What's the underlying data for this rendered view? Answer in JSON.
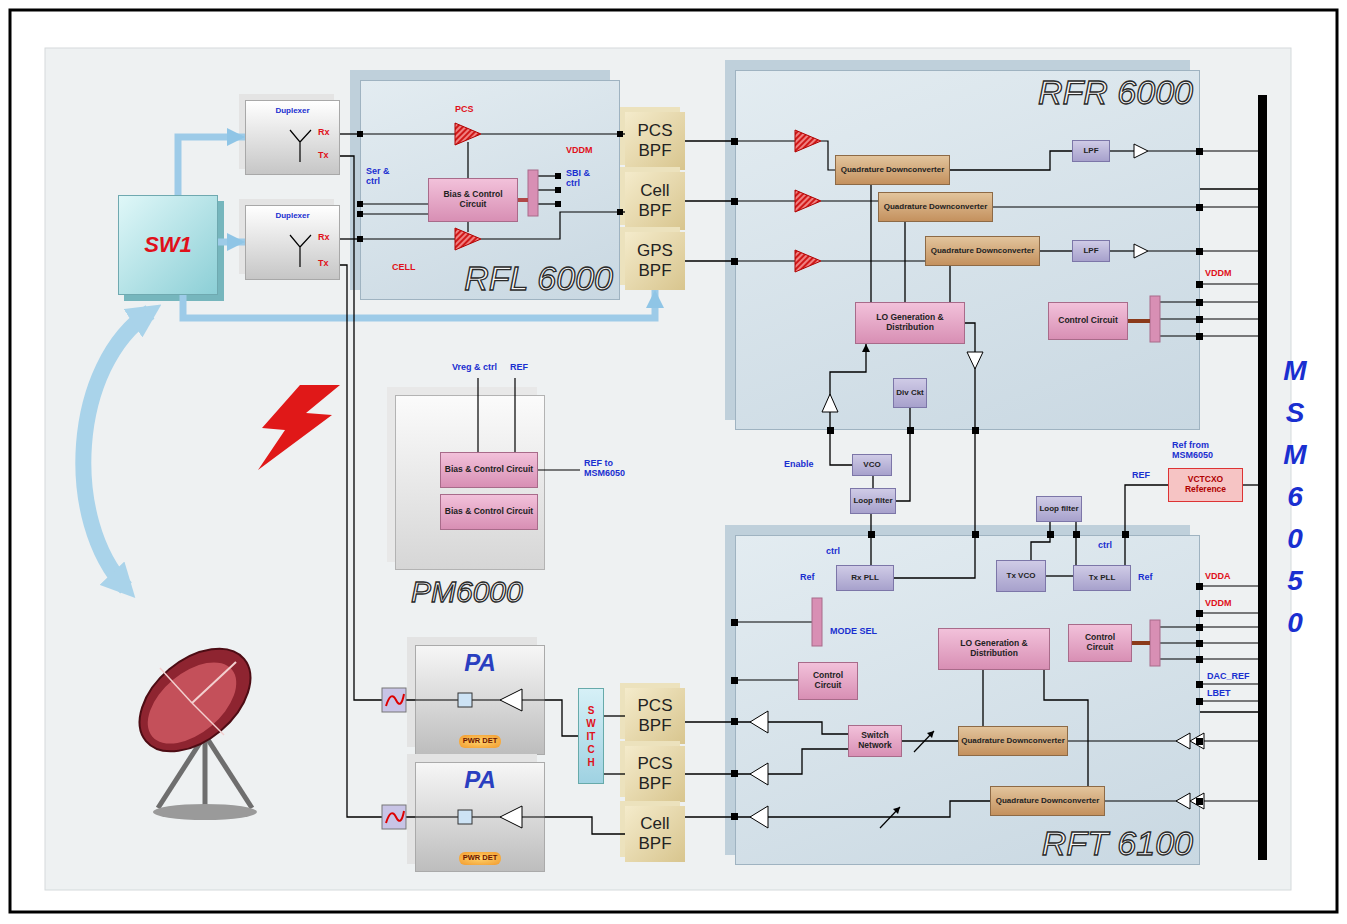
{
  "diagram": {
    "nodes": [
      {
        "text": [
          "SW1"
        ]
      },
      {
        "text": [
          "Duplexer"
        ]
      },
      {
        "text": [
          "Duplexer"
        ]
      },
      {
        "text": [
          "RFL 6000"
        ]
      },
      {
        "text": [
          "Bias & Control Circuit"
        ],
        "in": 3
      },
      {
        "text": [
          "PCS BPF"
        ]
      },
      {
        "text": [
          "Cell BPF"
        ]
      },
      {
        "text": [
          "GPS BPF"
        ]
      },
      {
        "text": [
          "RFR 6000"
        ]
      },
      {
        "text": [
          "Quadrature Downconverter"
        ],
        "in": 8
      },
      {
        "text": [
          "Quadrature Downconverter"
        ],
        "in": 8
      },
      {
        "text": [
          "Quadrature Downconverter"
        ],
        "in": 8
      },
      {
        "text": [
          "LPF"
        ],
        "in": 8
      },
      {
        "text": [
          "LPF"
        ],
        "in": 8
      },
      {
        "text": [
          "LO Generation & Distribution"
        ],
        "in": 8
      },
      {
        "text": [
          "Control Circuit"
        ],
        "in": 8
      },
      {
        "text": [
          "Div Ckt"
        ],
        "in": 8
      },
      {
        "text": [
          "PM6000"
        ]
      },
      {
        "text": [
          "Bias & Control Circuit"
        ],
        "in": 17
      },
      {
        "text": [
          "Bias & Control Circuit"
        ],
        "in": 17
      },
      {
        "text": [
          "VCO"
        ]
      },
      {
        "text": [
          "Loop filter"
        ]
      },
      {
        "text": [
          "Loop filter"
        ]
      },
      {
        "text": [
          "VCTCXO Reference"
        ]
      },
      {
        "text": [
          "RFT 6100"
        ]
      },
      {
        "text": [
          "Rx PLL"
        ],
        "in": 24
      },
      {
        "text": [
          "Tx VCO"
        ],
        "in": 24
      },
      {
        "text": [
          "Tx PLL"
        ],
        "in": 24
      },
      {
        "text": [
          "Control Circuit"
        ],
        "in": 24
      },
      {
        "text": [
          "LO Generation & Distribution"
        ],
        "in": 24
      },
      {
        "text": [
          "Control Circuit"
        ],
        "in": 24
      },
      {
        "text": [
          "Switch Network"
        ],
        "in": 24
      },
      {
        "text": [
          "Quadrature Downconverter"
        ],
        "in": 24
      },
      {
        "text": [
          "Quadrature Downconverter"
        ],
        "in": 24
      },
      {
        "text": [
          "PA",
          "PWR DET"
        ]
      },
      {
        "text": [
          "PA",
          "PWR DET"
        ]
      },
      {
        "text": [
          "PCS BPF"
        ]
      },
      {
        "text": [
          "PCS BPF"
        ]
      },
      {
        "text": [
          "Cell BPF"
        ]
      },
      {
        "text": [
          "MSM6050"
        ]
      },
      {
        "text": [
          "SWITCH"
        ]
      }
    ],
    "edges": [
      {
        "from": 0,
        "to": 1,
        "arrow": "to"
      },
      {
        "from": 0,
        "to": 2,
        "arrow": "to"
      },
      {
        "from": 0,
        "to": 7,
        "arrow": "to"
      },
      {
        "from": 1,
        "to": 3,
        "arrow": "none"
      },
      {
        "from": 2,
        "to": 3,
        "arrow": "none"
      },
      {
        "from": 3,
        "to": 5,
        "arrow": "none"
      },
      {
        "from": 3,
        "to": 6,
        "arrow": "none"
      },
      {
        "from": 5,
        "to": 8,
        "arrow": "none"
      },
      {
        "from": 6,
        "to": 8,
        "arrow": "none"
      },
      {
        "from": 7,
        "to": 8,
        "arrow": "none"
      },
      {
        "from": 9,
        "to": 12,
        "arrow": "none"
      },
      {
        "from": 11,
        "to": 13,
        "arrow": "none"
      },
      {
        "from": 14,
        "to": 9,
        "arrow": "none"
      },
      {
        "from": 14,
        "to": 10,
        "arrow": "none"
      },
      {
        "from": 14,
        "to": 11,
        "arrow": "none"
      },
      {
        "from": 20,
        "to": 14,
        "arrow": "to"
      },
      {
        "from": 21,
        "to": 20,
        "arrow": "none"
      },
      {
        "from": 25,
        "to": 21,
        "arrow": "none"
      },
      {
        "from": 16,
        "to": 21,
        "arrow": "none"
      },
      {
        "from": 14,
        "to": 25,
        "arrow": "none"
      },
      {
        "from": 23,
        "to": 27,
        "arrow": "none"
      },
      {
        "from": 27,
        "to": 22,
        "arrow": "none"
      },
      {
        "from": 22,
        "to": 26,
        "arrow": "none"
      },
      {
        "from": 26,
        "to": 27,
        "arrow": "none"
      },
      {
        "from": 29,
        "to": 32,
        "arrow": "none"
      },
      {
        "from": 29,
        "to": 33,
        "arrow": "none"
      },
      {
        "from": 32,
        "to": 31,
        "arrow": "none"
      },
      {
        "from": 33,
        "to": 38,
        "arrow": "none"
      },
      {
        "from": 31,
        "to": 36,
        "arrow": "none"
      },
      {
        "from": 31,
        "to": 37,
        "arrow": "none"
      },
      {
        "from": 36,
        "to": 40,
        "arrow": "none"
      },
      {
        "from": 37,
        "to": 40,
        "arrow": "none"
      },
      {
        "from": 40,
        "to": 34,
        "arrow": "none"
      },
      {
        "from": 38,
        "to": 35,
        "arrow": "none"
      },
      {
        "from": 34,
        "to": 1,
        "arrow": "none"
      },
      {
        "from": 35,
        "to": 2,
        "arrow": "none"
      },
      {
        "from": 8,
        "to": 39,
        "arrow": "none"
      },
      {
        "from": 24,
        "to": 39,
        "arrow": "none"
      },
      {
        "from": 39,
        "to": 23,
        "arrow": "none"
      }
    ],
    "labels": [
      "Rx",
      "Tx",
      "Rx",
      "Tx",
      "PCS",
      "CELL",
      "Ser & ctrl",
      "VDDM",
      "SBI & ctrl",
      "VDDM",
      "Enable",
      "ctrl",
      "Ref",
      "MODE SEL",
      "ctrl",
      "Ref",
      "REF",
      "Ref from MSM6050",
      "VDDA",
      "VDDM",
      "DAC_REF",
      "LBET",
      "Vreg & ctrl",
      "REF",
      "REF to MSM6050"
    ]
  }
}
